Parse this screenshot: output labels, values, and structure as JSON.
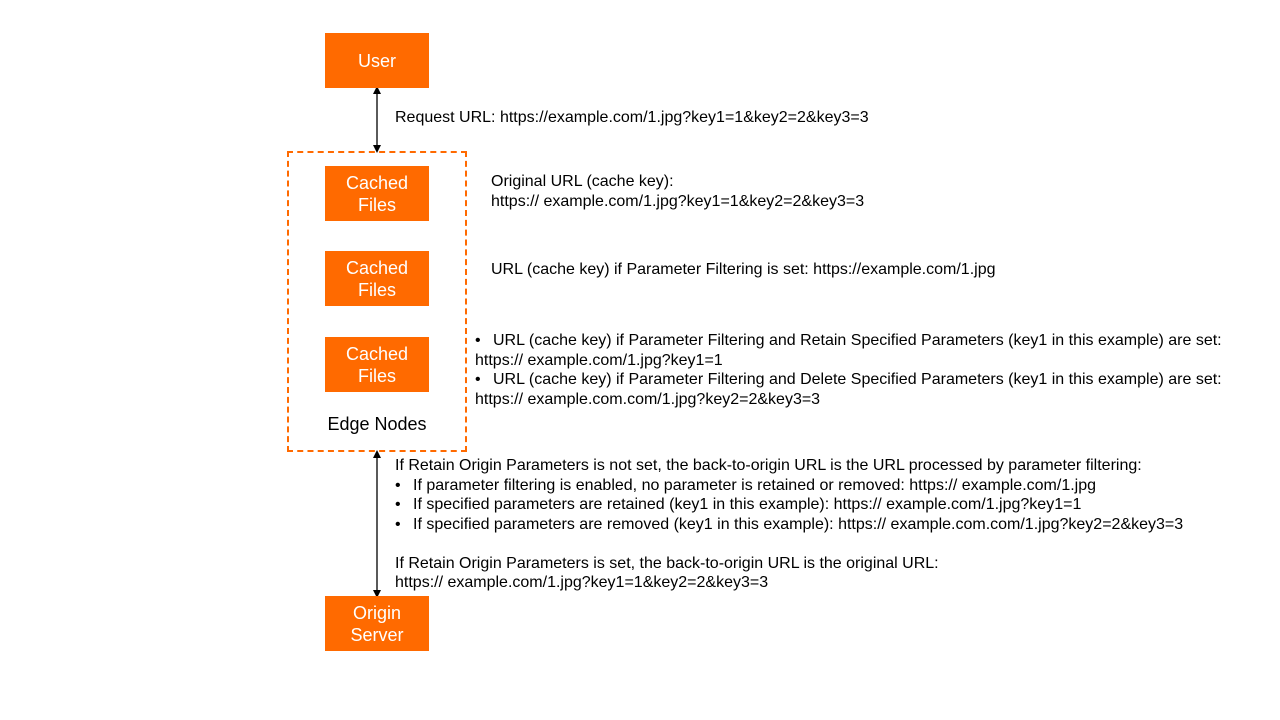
{
  "nodes": {
    "user": "User",
    "cached_1": "Cached Files",
    "cached_2": "Cached Files",
    "cached_3": "Cached Files",
    "edge_nodes": "Edge Nodes",
    "origin": "Origin Server"
  },
  "colors": {
    "accent": "#ff6a00",
    "text": "#000000",
    "background": "#ffffff"
  },
  "annotations": {
    "request_url": "Request URL: https://example.com/1.jpg?key1=1&key2=2&key3=3",
    "original_url_label": "Original URL (cache key):",
    "original_url_value": "https:// example.com/1.jpg?key1=1&key2=2&key3=3",
    "filtered_url": "URL (cache key) if Parameter Filtering is set: https://example.com/1.jpg",
    "retain_label": "URL (cache key) if Parameter Filtering and Retain Specified Parameters (key1 in this example) are set:",
    "retain_value": "https:// example.com/1.jpg?key1=1",
    "delete_label": "URL (cache key) if Parameter Filtering and Delete Specified Parameters (key1 in this example) are set:",
    "delete_value": "https:// example.com.com/1.jpg?key2=2&key3=3",
    "origin_not_set_heading": "If Retain Origin Parameters is not set, the back-to-origin URL is the URL processed by parameter filtering:",
    "origin_not_set_items": [
      "If parameter filtering is enabled, no parameter is retained or removed: https:// example.com/1.jpg",
      "If specified parameters are retained (key1 in this example): https:// example.com/1.jpg?key1=1",
      "If specified parameters are removed (key1 in this example): https:// example.com.com/1.jpg?key2=2&key3=3"
    ],
    "origin_set_heading": "If Retain Origin Parameters is set, the back-to-origin URL is the original URL:",
    "origin_set_value": "https:// example.com/1.jpg?key1=1&key2=2&key3=3"
  }
}
